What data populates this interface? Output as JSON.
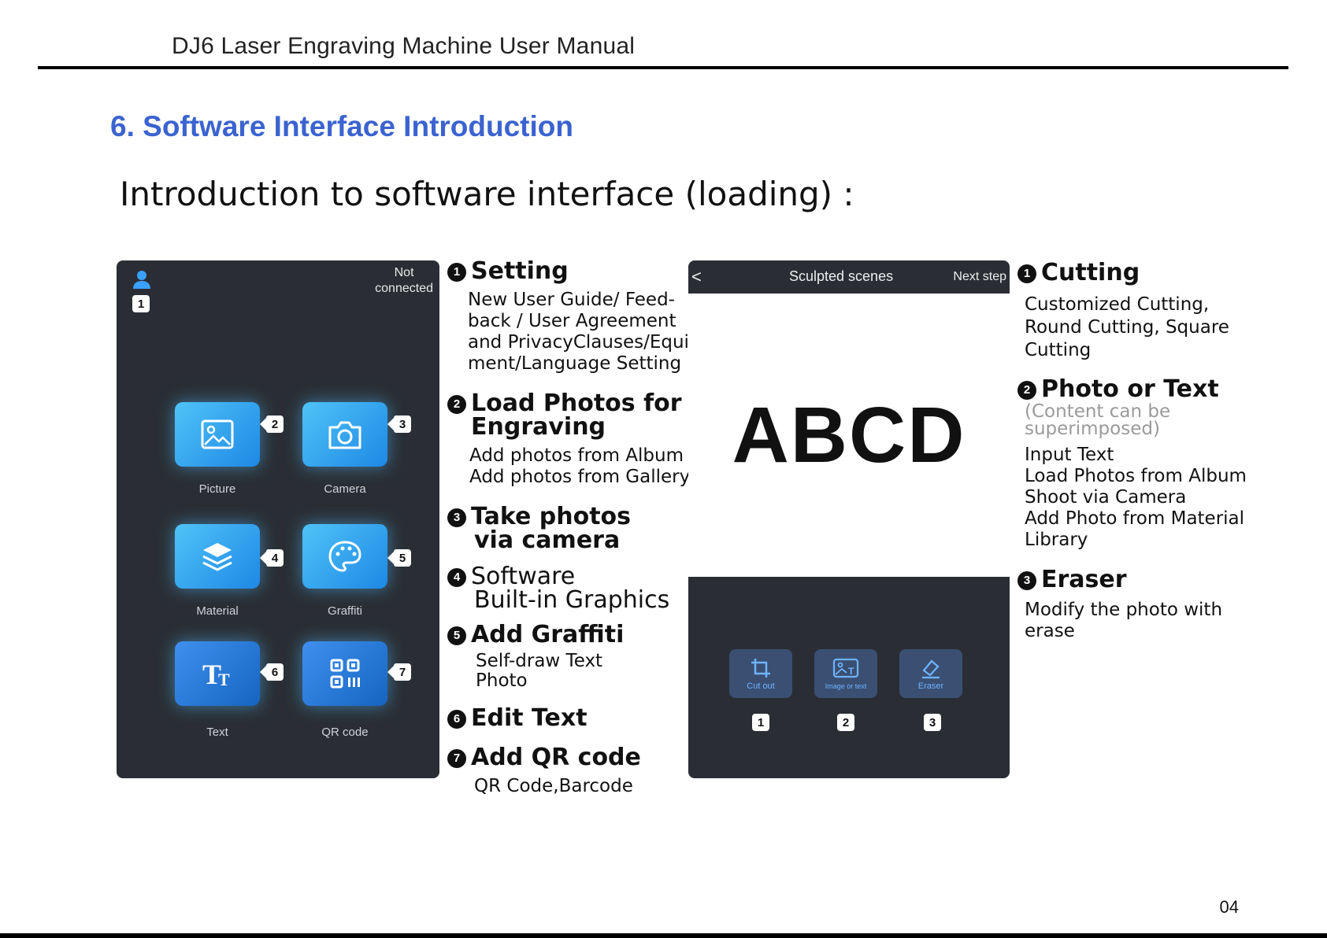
{
  "header": {
    "title": "DJ6 Laser Engraving Machine User Manual"
  },
  "section": {
    "title": "6. Software Interface Introduction",
    "subtitle": "Introduction to software interface (loading) :"
  },
  "home_screen": {
    "status": [
      "Not",
      "connected"
    ],
    "badge_user": "1",
    "tiles": [
      {
        "label": "Picture",
        "badge": "2",
        "icon": "picture-icon"
      },
      {
        "label": "Camera",
        "badge": "3",
        "icon": "camera-icon"
      },
      {
        "label": "Material",
        "badge": "4",
        "icon": "layers-icon"
      },
      {
        "label": "Graffiti",
        "badge": "5",
        "icon": "palette-icon"
      },
      {
        "label": "Text",
        "badge": "6",
        "icon": "text-icon"
      },
      {
        "label": "QR code",
        "badge": "7",
        "icon": "qr-code-icon"
      }
    ]
  },
  "left_list": [
    {
      "num": "1",
      "title": "Setting",
      "lines": [
        "New User Guide/ Feed-",
        "back / User Agreement",
        "and PrivacyClauses/Equip-",
        "ment/Language Setting"
      ]
    },
    {
      "num": "2",
      "title": "Load Photos for",
      "title2": "Engraving",
      "lines": [
        "Add photos from Album",
        "Add photos from Gallery"
      ]
    },
    {
      "num": "3",
      "title": "Take photos",
      "title2": "via camera",
      "lines": []
    },
    {
      "num": "4",
      "title": "Software",
      "title2": "Built-in Graphics",
      "lines": []
    },
    {
      "num": "5",
      "title": "Add Graffiti",
      "lines": [
        "Self-draw Text",
        "Photo"
      ]
    },
    {
      "num": "6",
      "title": "Edit Text",
      "lines": []
    },
    {
      "num": "7",
      "title": "Add QR code",
      "lines": [
        "QR Code,Barcode"
      ]
    }
  ],
  "edit_screen": {
    "back": "<",
    "title": "Sculpted scenes",
    "next": "Next step",
    "canvas_text": "ABCD",
    "tools": [
      {
        "label": "Cut out",
        "badge": "1",
        "icon": "crop-icon"
      },
      {
        "label": "Image or text",
        "badge": "2",
        "icon": "image-text-icon"
      },
      {
        "label": "Eraser",
        "badge": "3",
        "icon": "eraser-icon"
      }
    ]
  },
  "right_list": [
    {
      "num": "1",
      "title": "Cutting",
      "lines": [
        "Customized Cutting,",
        "Round Cutting, Square",
        "Cutting"
      ]
    },
    {
      "num": "2",
      "title": "Photo or Text",
      "note": [
        "(Content can be",
        "superimposed)"
      ],
      "lines": [
        "Input Text",
        "Load Photos from Album",
        "Shoot via Camera",
        "Add Photo from Material",
        "Library"
      ]
    },
    {
      "num": "3",
      "title": "Eraser",
      "lines": [
        "Modify the photo with",
        "erase"
      ]
    }
  ],
  "page_number": "04"
}
